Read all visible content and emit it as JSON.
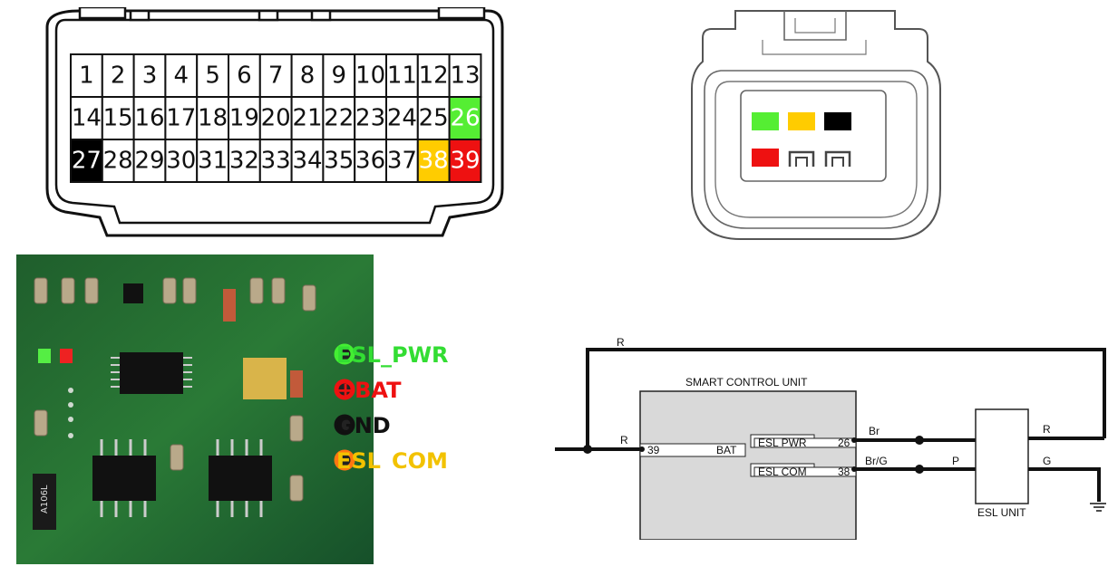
{
  "connector_40pin": {
    "rows": [
      [
        "1",
        "2",
        "3",
        "4",
        "5",
        "6",
        "7",
        "8",
        "9",
        "10",
        "11",
        "12",
        "13"
      ],
      [
        "14",
        "15",
        "16",
        "17",
        "18",
        "19",
        "20",
        "21",
        "22",
        "23",
        "24",
        "25",
        "26"
      ],
      [
        "27",
        "28",
        "29",
        "30",
        "31",
        "32",
        "33",
        "34",
        "35",
        "36",
        "37",
        "38",
        "39"
      ]
    ],
    "highlights": {
      "26": {
        "fill": "#55ee33",
        "text": "#ffffff"
      },
      "27": {
        "fill": "#000000",
        "text": "#ffffff"
      },
      "38": {
        "fill": "#ffcc00",
        "text": "#ffffff"
      },
      "39": {
        "fill": "#ee1111",
        "text": "#ffffff"
      }
    }
  },
  "connector_6pin": {
    "top_row": [
      "#55ee33",
      "#ffcc00",
      "#000000"
    ],
    "bottom_row_first": "#ee1111"
  },
  "pcb_legend": [
    {
      "label": "ESL_PWR",
      "color": "#33dd33",
      "ring": "#44ee33"
    },
    {
      "label": "+BAT",
      "color": "#ee1111",
      "ring": "#ee1111"
    },
    {
      "label": "GND",
      "color": "#111111",
      "ring": "#111111"
    },
    {
      "label": "ESL_COM",
      "color": "#f2c200",
      "ring": "#ff7711"
    }
  ],
  "pcb_labels": {
    "chip": "A106L"
  },
  "schematic": {
    "scu_title": "SMART CONTROL UNIT",
    "wire_top": "R",
    "wire_in": "R",
    "pin_bat_num": "39",
    "pin_bat_label": "BAT",
    "esl_pwr_label": "ESL PWR",
    "esl_pwr_num": "26",
    "esl_com_label": "ESL COM",
    "esl_com_num": "38",
    "wire_br": "Br",
    "wire_brg": "Br/G",
    "wire_p": "P",
    "wire_r_right": "R",
    "wire_g": "G",
    "esl_unit": "ESL UNIT"
  }
}
